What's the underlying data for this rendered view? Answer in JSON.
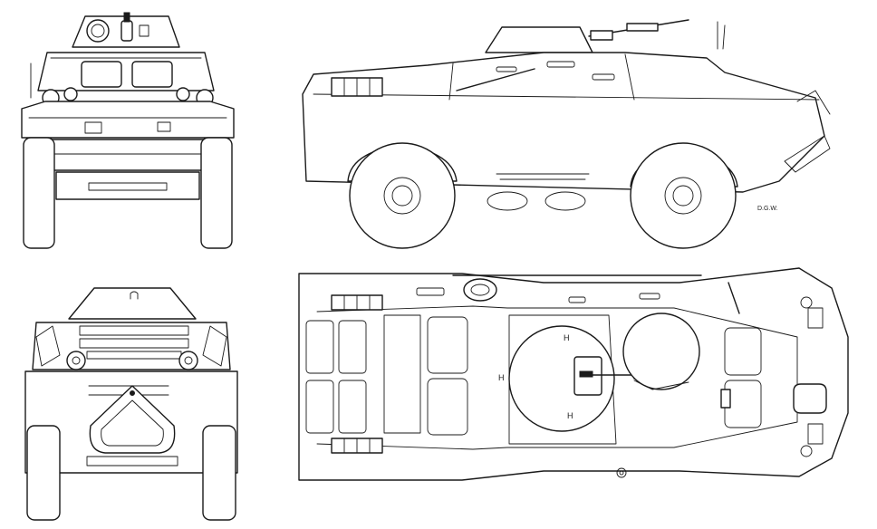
{
  "drawing": {
    "views": [
      {
        "name": "front-view"
      },
      {
        "name": "side-view"
      },
      {
        "name": "rear-view"
      },
      {
        "name": "top-view"
      }
    ],
    "signature": "D.G.W.",
    "turret_marks": [
      "H",
      "H",
      "H"
    ],
    "line_color": "#1a1a1a",
    "background_color": "#ffffff"
  }
}
